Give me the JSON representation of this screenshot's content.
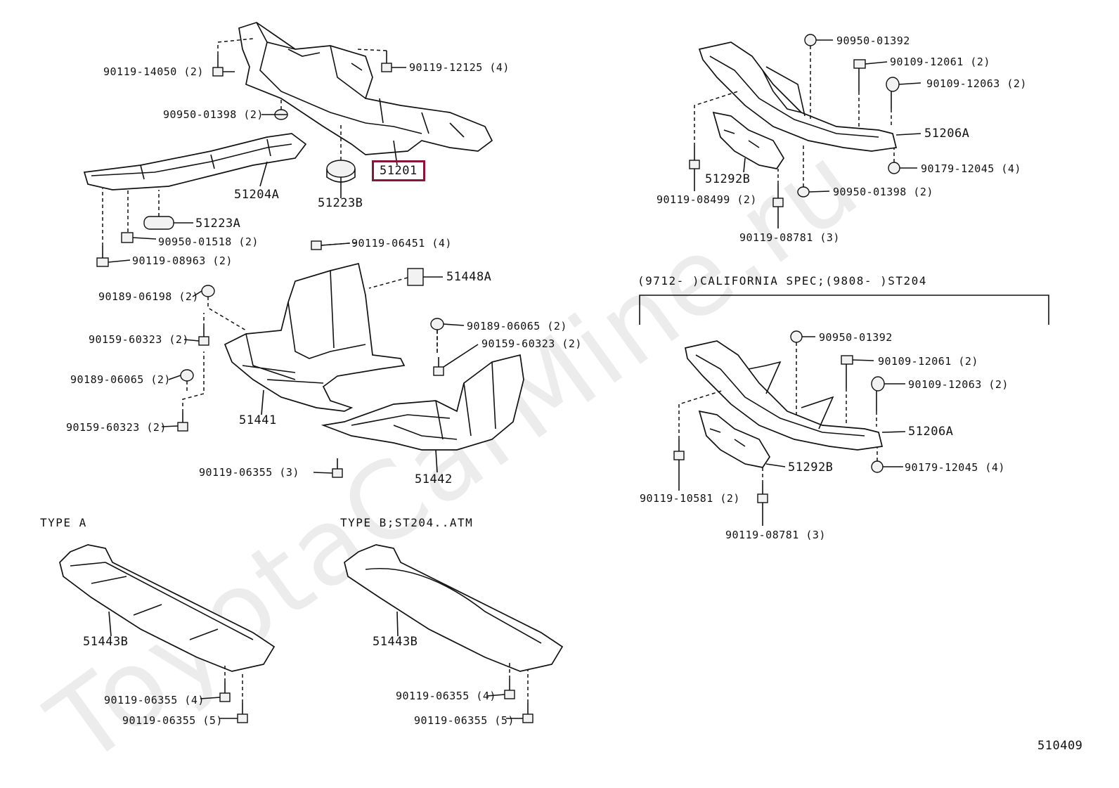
{
  "watermark": "ToyotaCarMine.ru",
  "diagram_code": "510409",
  "sections": {
    "california": "(9712-      )CALIFORNIA SPEC;(9808-      )ST204",
    "type_a": "TYPE A",
    "type_b": "TYPE B;ST204..ATM"
  },
  "labels": {
    "l1": "90119-14050 (2)",
    "l2": "90119-12125 (4)",
    "l3": "90950-01398 (2)",
    "l4": "51201",
    "l5": "51204A",
    "l6": "51223B",
    "l7": "51223A",
    "l8": "90950-01518 (2)",
    "l9": "90119-08963 (2)",
    "l10": "90119-06451 (4)",
    "l11": "51448A",
    "l12": "90189-06198 (2)",
    "l13": "90159-60323 (2)",
    "l14": "90189-06065 (2)",
    "l15": "90159-60323 (2)",
    "l16": "90189-06065 (2)",
    "l17": "90159-60323 (2)",
    "l18": "51441",
    "l19": "90119-06355 (3)",
    "l20": "51442",
    "r1": "90950-01392",
    "r2": "90109-12061 (2)",
    "r3": "90109-12063 (2)",
    "r4": "51206A",
    "r5": "90179-12045 (4)",
    "r6": "51292B",
    "r7": "90950-01398 (2)",
    "r8": "90119-08499 (2)",
    "r9": "90119-08781 (3)",
    "c1": "90950-01392",
    "c2": "90109-12061 (2)",
    "c3": "90109-12063 (2)",
    "c4": "51206A",
    "c5": "90179-12045 (4)",
    "c6": "51292B",
    "c7": "90119-10581 (2)",
    "c8": "90119-08781 (3)",
    "a1": "51443B",
    "a2": "90119-06355 (4)",
    "a3": "90119-06355 (5)",
    "b1": "51443B",
    "b2": "90119-06355 (4)",
    "b3": "90119-06355 (5)"
  }
}
